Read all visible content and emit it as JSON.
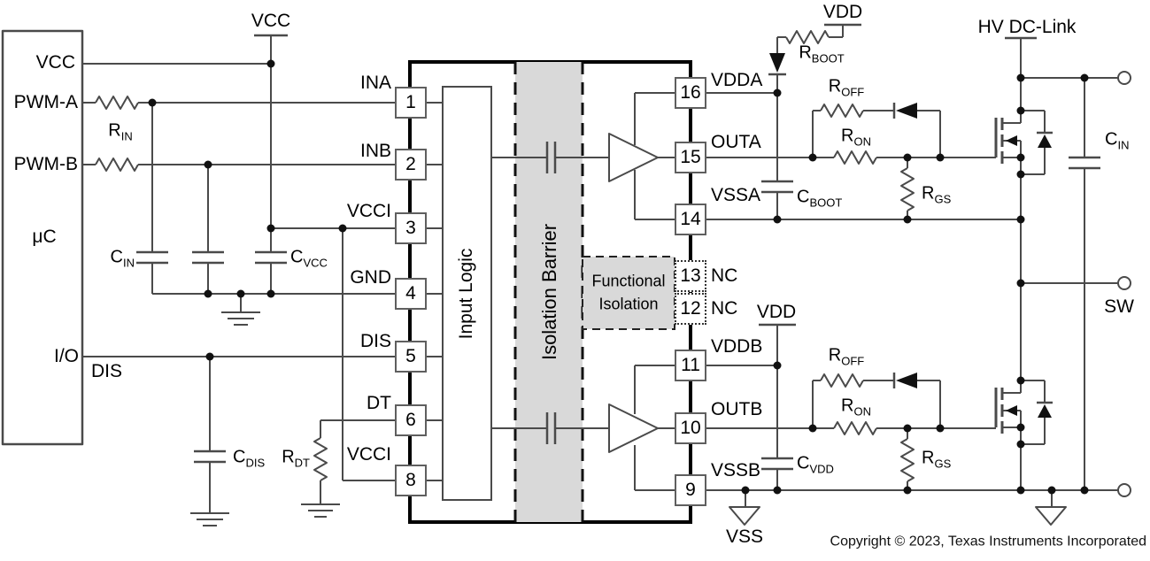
{
  "page": {
    "copyright": "Copyright © 2023, Texas Instruments Incorporated"
  },
  "colors": {
    "isolation_fill": "#d9d9d9",
    "wire": "#4a4a4a",
    "ink": "#000000"
  },
  "microcontroller": {
    "label": "μC",
    "pin_vcc": "VCC",
    "pin_pwm_a": "PWM-A",
    "pin_pwm_b": "PWM-B",
    "pin_io": "I/O"
  },
  "nets": {
    "vcc": "VCC",
    "vdd": "VDD",
    "vss": "VSS",
    "sw": "SW",
    "hv_dc_link": "HV DC-Link",
    "dis": "DIS"
  },
  "driver": {
    "input_logic": "Input Logic",
    "isolation_barrier": "Isolation Barrier",
    "functional_isolation_line1": "Functional",
    "functional_isolation_line2": "Isolation",
    "left_pins": [
      {
        "num": "1",
        "name": "INA"
      },
      {
        "num": "2",
        "name": "INB"
      },
      {
        "num": "3",
        "name": "VCCI"
      },
      {
        "num": "4",
        "name": "GND"
      },
      {
        "num": "5",
        "name": "DIS"
      },
      {
        "num": "6",
        "name": "DT"
      },
      {
        "num": "8",
        "name": "VCCI"
      }
    ],
    "right_pins": [
      {
        "num": "16",
        "name": "VDDA"
      },
      {
        "num": "15",
        "name": "OUTA"
      },
      {
        "num": "14",
        "name": "VSSA"
      },
      {
        "num": "13",
        "name": "NC"
      },
      {
        "num": "12",
        "name": "NC"
      },
      {
        "num": "11",
        "name": "VDDB"
      },
      {
        "num": "10",
        "name": "OUTB"
      },
      {
        "num": "9",
        "name": "VSSB"
      }
    ]
  },
  "components": {
    "r_in": {
      "base": "R",
      "sub": "IN"
    },
    "c_in": {
      "base": "C",
      "sub": "IN"
    },
    "c_vcc": {
      "base": "C",
      "sub": "VCC"
    },
    "c_dis": {
      "base": "C",
      "sub": "DIS"
    },
    "r_dt": {
      "base": "R",
      "sub": "DT"
    },
    "r_boot": {
      "base": "R",
      "sub": "BOOT"
    },
    "r_off": {
      "base": "R",
      "sub": "OFF"
    },
    "r_on": {
      "base": "R",
      "sub": "ON"
    },
    "r_gs": {
      "base": "R",
      "sub": "GS"
    },
    "c_boot": {
      "base": "C",
      "sub": "BOOT"
    },
    "c_vdd": {
      "base": "C",
      "sub": "VDD"
    }
  }
}
